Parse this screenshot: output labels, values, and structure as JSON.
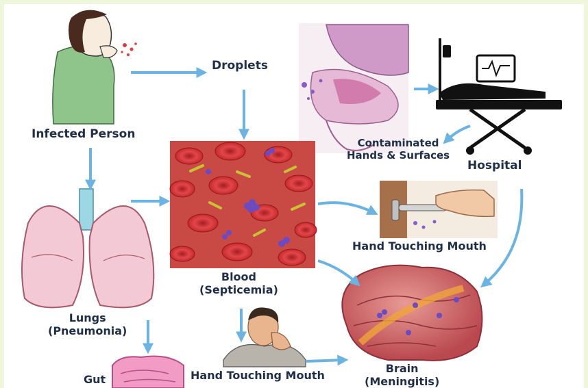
{
  "labels": {
    "infected_person": "Infected Person",
    "droplets": "Droplets",
    "contaminated": [
      "Contaminated",
      "Hands & Surfaces"
    ],
    "hospital": "Hospital",
    "lungs": [
      "Lungs",
      "(Pneumonia)"
    ],
    "blood": [
      "Blood",
      "(Septicemia)"
    ],
    "hand_touching_mouth_right": "Hand Touching Mouth",
    "hand_touching_mouth_bottom": "Hand Touching Mouth",
    "gut": "Gut",
    "brain": [
      "Brain",
      "(Meningitis)"
    ]
  },
  "colors": {
    "arrow": "#6bb3e3",
    "label_text": "#1f2f4a",
    "blood_cell": "#d8363a",
    "bacteria_purple": "#6a4bc4",
    "bacteria_yellow": "#c9c233",
    "lung_pink": "#f2c9d4",
    "brain_pink": "#d9757a",
    "shirt_green": "#8fc58b"
  },
  "icons": [
    "cough-icon",
    "droplet-spray-icon",
    "nasal-cavity-icon",
    "hospital-bed-icon",
    "heart-monitor-icon",
    "lungs-icon",
    "blood-bacteria-icon",
    "door-handle-hand-icon",
    "brain-infection-icon",
    "man-coughing-icon",
    "intestine-icon"
  ]
}
